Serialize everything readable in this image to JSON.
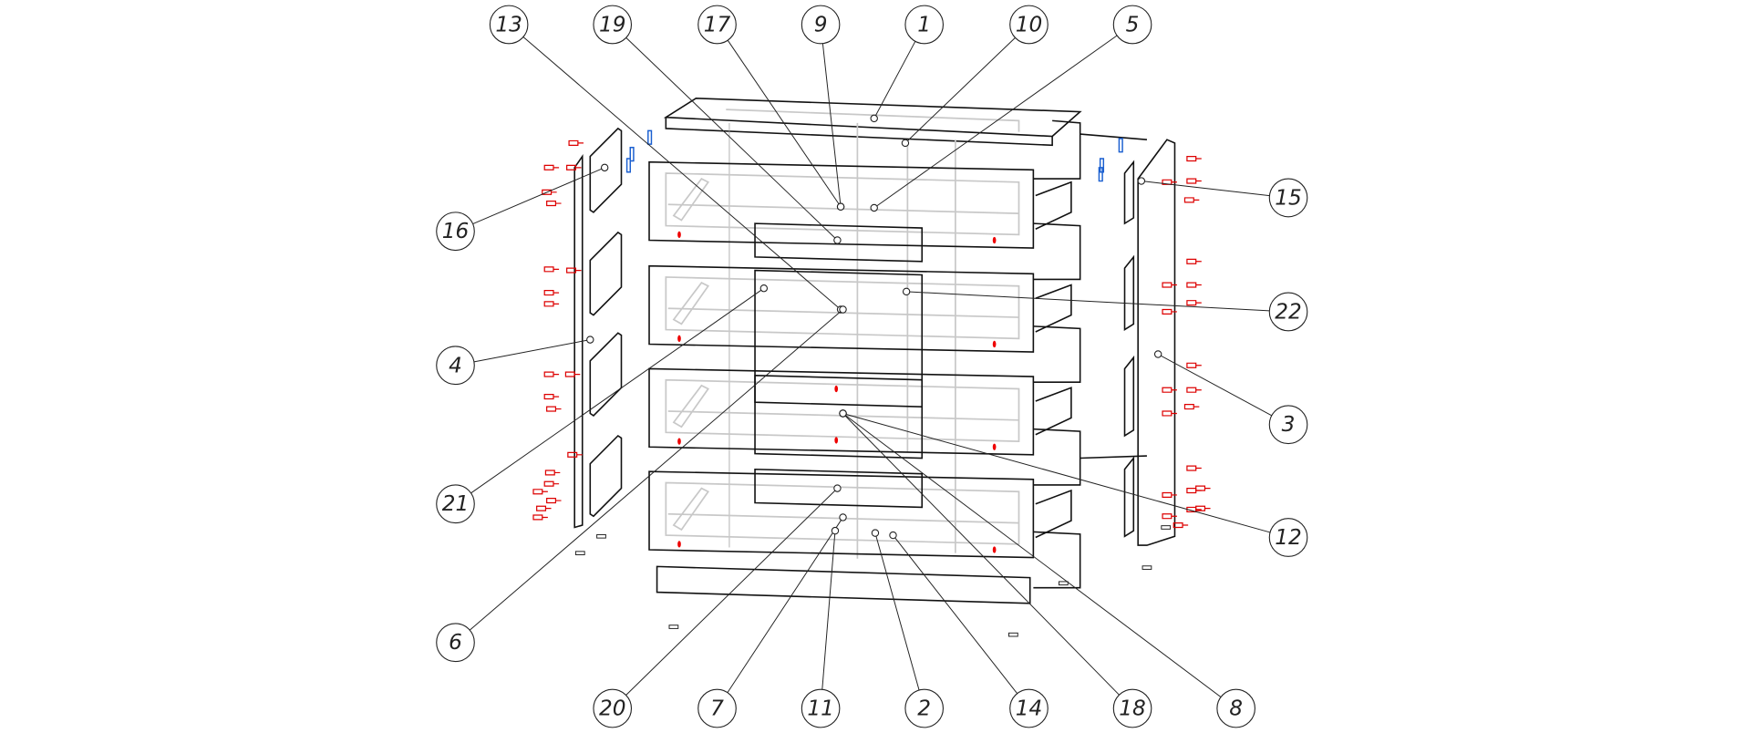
{
  "diagram": {
    "type": "exploded assembly drawing",
    "colors": {
      "outline": "#111111",
      "hidden": "#c8c8c8",
      "screws": "#dd0000",
      "clips": "#1a5fd0"
    },
    "callouts": {
      "top": [
        "13",
        "19",
        "17",
        "9",
        "1",
        "10",
        "5"
      ],
      "bottom": [
        "20",
        "7",
        "11",
        "2",
        "14",
        "18",
        "8"
      ],
      "left": [
        "16",
        "4",
        "21",
        "6"
      ],
      "right": [
        "15",
        "22",
        "3",
        "12"
      ]
    }
  }
}
